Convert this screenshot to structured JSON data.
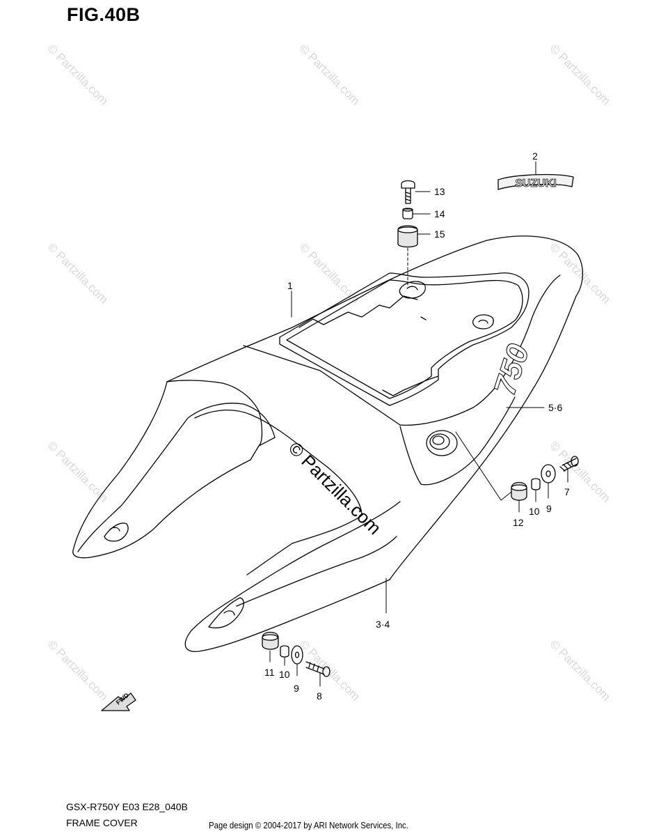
{
  "figure": {
    "title": "FIG.40B",
    "diagram_code": "GSX-R750Y E03 E28_040B",
    "diagram_name": "FRAME COVER",
    "copyright": "Page design © 2004-2017 by ARI Network Services, Inc."
  },
  "watermark": {
    "text": "© Partzilla.com"
  },
  "parts": {
    "p1": "1",
    "p2": "2",
    "p3_4": "3·4",
    "p5_6": "5·6",
    "p7": "7",
    "p8": "8",
    "p9_right": "9",
    "p9_bottom": "9",
    "p10_right": "10",
    "p10_bottom": "10",
    "p11": "11",
    "p12": "12",
    "p13": "13",
    "p14": "14",
    "p15": "15"
  },
  "emblem": {
    "brand": "SUZUKI",
    "model_badge": "750"
  },
  "direction_arrow": {
    "text": "FWD"
  }
}
